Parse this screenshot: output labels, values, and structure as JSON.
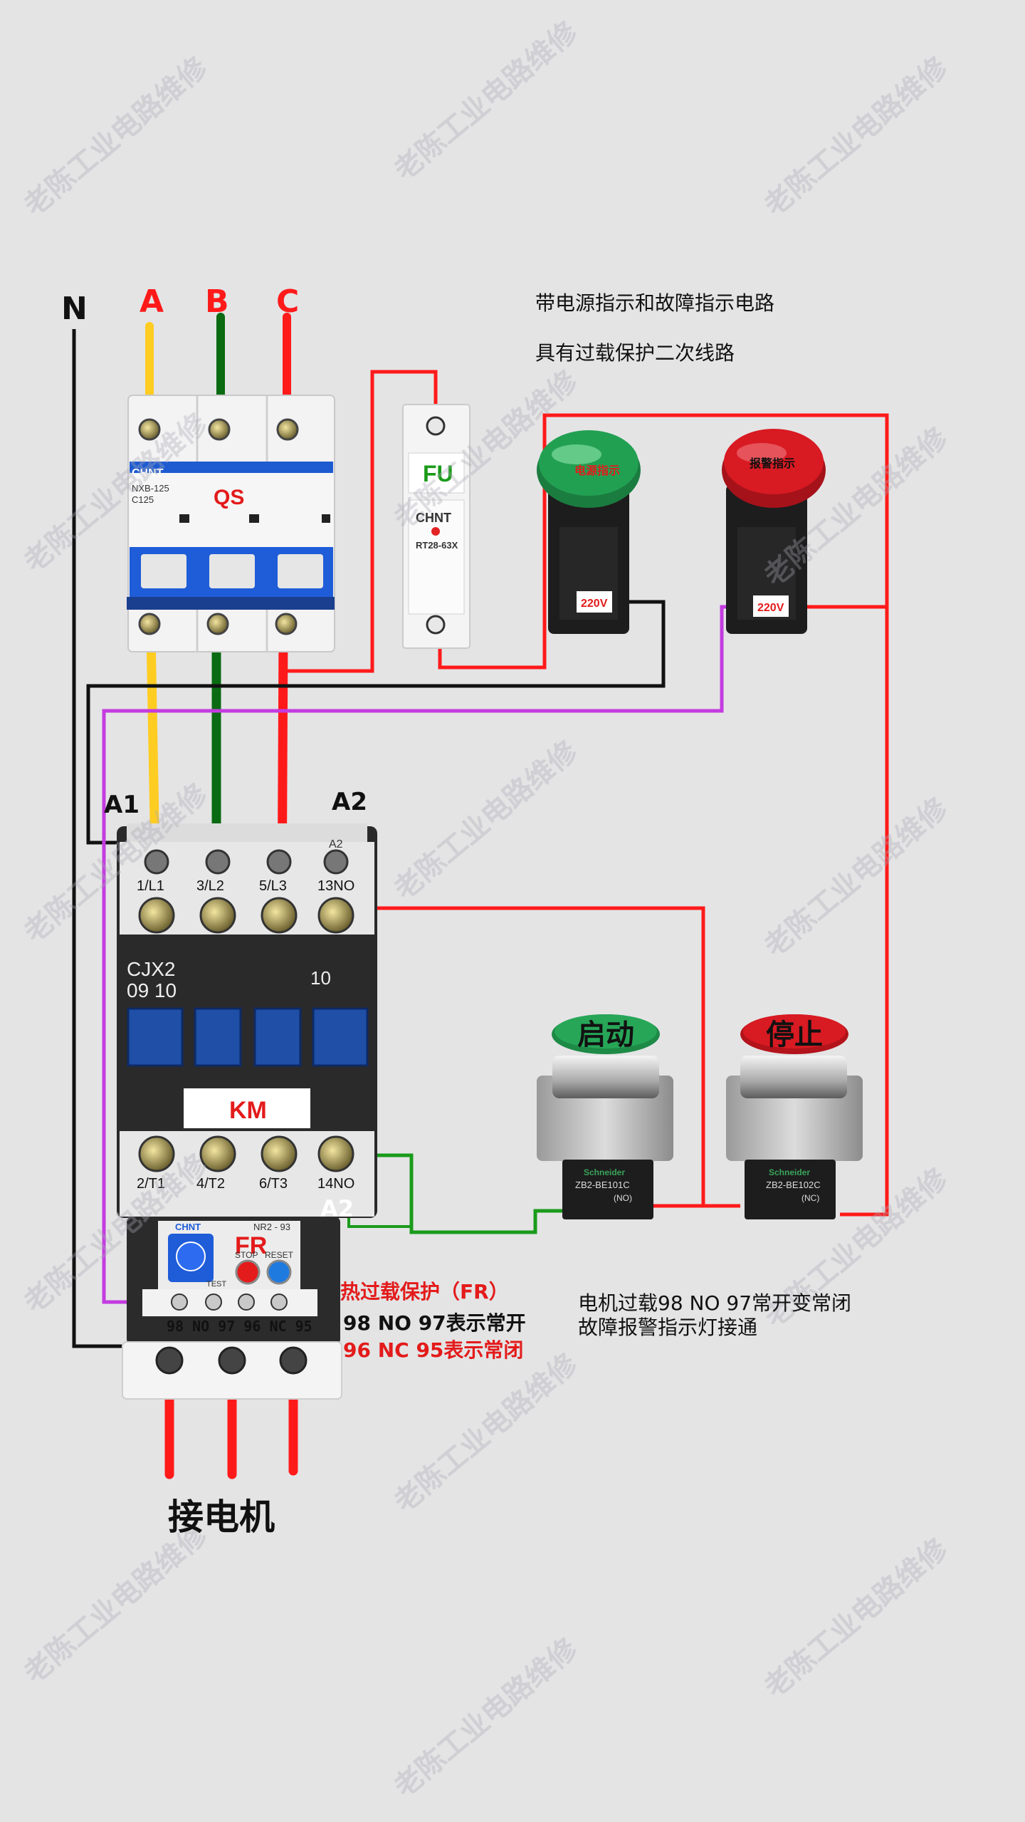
{
  "watermark": "老陈工业电路维修",
  "title_lines": [
    "带电源指示和故障指示电路",
    "具有过载保护二次线路"
  ],
  "phases": {
    "N": {
      "label": "N",
      "color": "#111111"
    },
    "A": {
      "label": "A",
      "color": "#ffcc22"
    },
    "B": {
      "label": "B",
      "color": "#0a6b12"
    },
    "C": {
      "label": "C",
      "color": "#ff1a1a"
    }
  },
  "wire_colors": {
    "red": "#ff1a1a",
    "black": "#111111",
    "purple": "#c43be0",
    "green": "#1a9b1a"
  },
  "breaker": {
    "brand": "CHNT",
    "model": "NXB-125",
    "rating": "C125",
    "label": "QS"
  },
  "fuse": {
    "label": "FU",
    "brand": "CHNT",
    "model": "RT28-63X"
  },
  "lamps": [
    {
      "label": "电源指示",
      "voltage": "220V",
      "color": "#1fa055"
    },
    {
      "label": "报警指示",
      "voltage": "220V",
      "color": "#d81a22"
    }
  ],
  "contactor": {
    "label": "KM",
    "model_line1": "CJX2",
    "model_line2": "09 10",
    "code": "10",
    "coil_left": "A1",
    "coil_right": "A2",
    "coil_a2_small": "A2",
    "top_terminals": [
      "1/L1",
      "3/L2",
      "5/L3",
      "13NO"
    ],
    "bottom_terminals": [
      "2/T1",
      "4/T2",
      "6/T3",
      "14NO"
    ],
    "a2_bottom": "A2"
  },
  "relay": {
    "label": "FR",
    "brand": "CHNT",
    "model": "NR2 - 93",
    "stop": "STOP",
    "reset": "RESET",
    "test": "TEST",
    "contacts_text": "98 NO 97 96 NC 95"
  },
  "relay_notes": {
    "title": "热过载保护（FR）",
    "line1": "98 NO 97表示常开",
    "line2": "96 NC 95表示常闭"
  },
  "buttons": [
    {
      "label": "启动",
      "cap_color": "#1fa055",
      "model": "ZB2-BE101C",
      "contact": "(NO)"
    },
    {
      "label": "停止",
      "cap_color": "#d81a22",
      "model": "ZB2-BE102C",
      "contact": "(NC)"
    }
  ],
  "button_brand": "Schneider",
  "fault_note": [
    "电机过载98 NO 97常开变常闭",
    "故障报警指示灯接通"
  ],
  "motor_label": "接电机"
}
